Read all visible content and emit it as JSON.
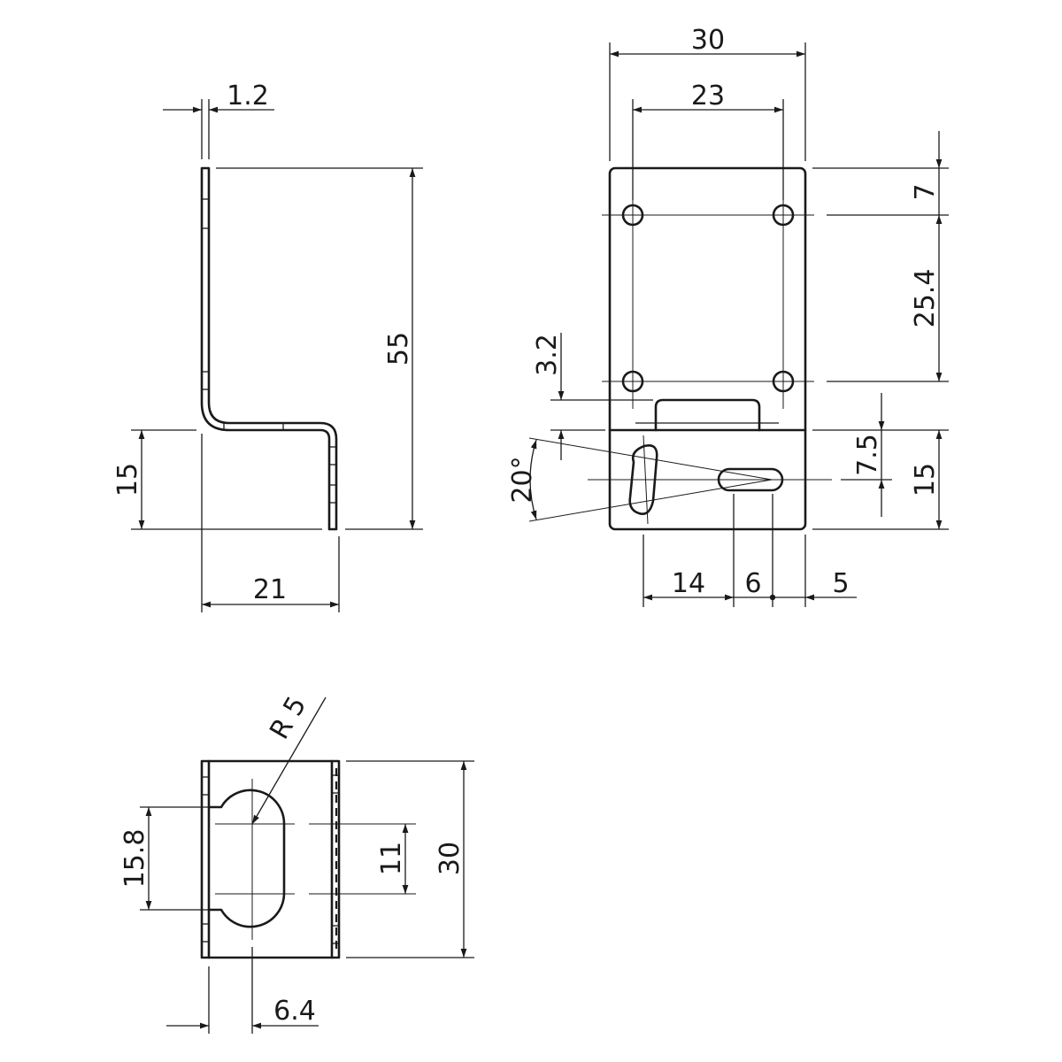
{
  "dimensions": {
    "thickness": "1.2",
    "height_total": "55",
    "side_lower_height": "15",
    "side_depth": "21",
    "front_width": "30",
    "hole_spacing_x": "23",
    "top_hole_offset": "7",
    "hole_spacing_y": "25.4",
    "tab_gap": "3.2",
    "slot_center_height": "7.5",
    "front_lower_height": "15",
    "angle": "20°",
    "offset_14": "14",
    "slot_length": "6",
    "edge_5": "5",
    "radius": "R 5",
    "bottom_slot_length": "15.8",
    "bottom_slot_inner": "11",
    "bottom_width": "30",
    "bottom_offset": "6.4"
  }
}
